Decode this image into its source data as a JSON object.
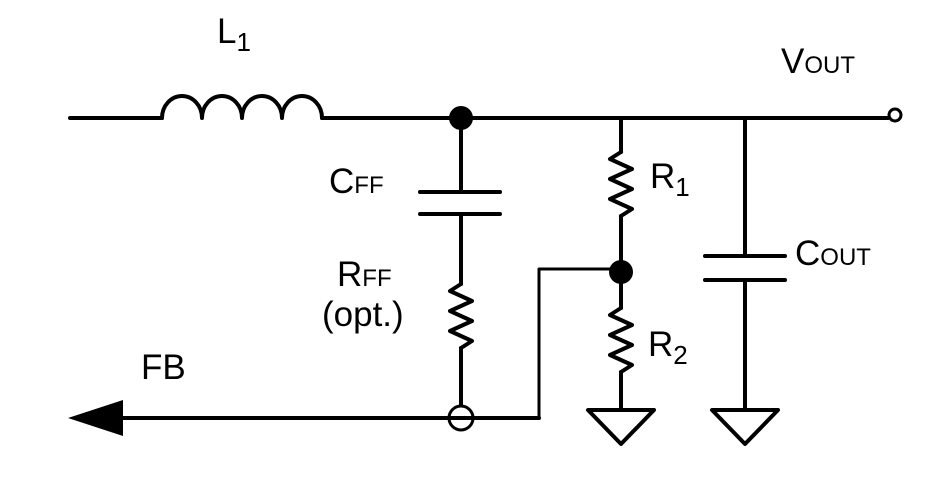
{
  "labels": {
    "l1": {
      "main": "L",
      "sub": "1"
    },
    "vout": {
      "main": "V",
      "sub": "OUT"
    },
    "cff": {
      "main": "C",
      "sub": "FF"
    },
    "rff": {
      "main": "R",
      "sub": "FF"
    },
    "rff_note": "(opt.)",
    "r1": {
      "main": "R",
      "sub": "1"
    },
    "r2": {
      "main": "R",
      "sub": "2"
    },
    "cout": {
      "main": "C",
      "sub": "OUT"
    },
    "fb": "FB"
  },
  "colors": {
    "ink": "#000000",
    "background": "#ffffff"
  }
}
